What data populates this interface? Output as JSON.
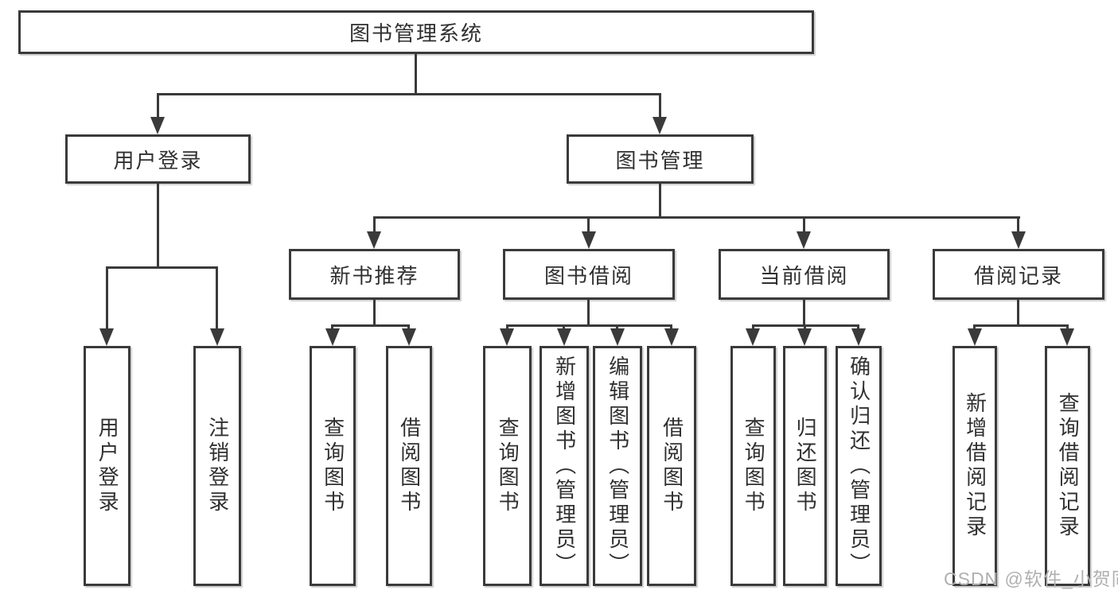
{
  "diagram": {
    "nodes": {
      "root": "图书管理系统",
      "level2": {
        "userLogin": "用户登录",
        "bookManagement": "图书管理"
      },
      "level3": {
        "newBooks": "新书推荐",
        "bookBorrow": "图书借阅",
        "currentBorrow": "当前借阅",
        "borrowRecord": "借阅记录"
      },
      "leaves": {
        "userLogin": [
          "用户登录",
          "注销登录"
        ],
        "newBooks": [
          "查询图书",
          "借阅图书"
        ],
        "bookBorrow": [
          "查询图书",
          "新增图书（管理员）",
          "编辑图书（管理员）",
          "借阅图书"
        ],
        "currentBorrow": [
          "查询图书",
          "归还图书",
          "确认归还（管理员）"
        ],
        "borrowRecord": [
          "新增借阅记录",
          "查询借阅记录"
        ]
      }
    },
    "colors": {
      "line": "#3a3a3a",
      "text": "#303030",
      "box_fill": "#ffffff",
      "background": "#ffffff",
      "watermark_text": "#b0b0b0"
    }
  },
  "watermark": {
    "text": "CSDN @软件_小贺同学"
  }
}
